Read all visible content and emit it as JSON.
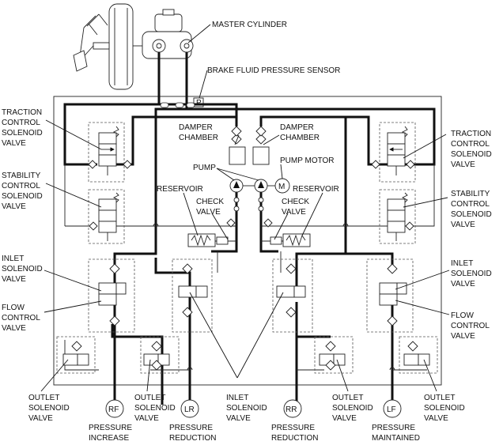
{
  "labels": {
    "master_cylinder": "MASTER CYLINDER",
    "brake_fluid_pressure_sensor": "BRAKE FLUID PRESSURE SENSOR",
    "sensor_symbol": "P",
    "traction_left": [
      "TRACTION",
      "CONTROL",
      "SOLENOID",
      "VALVE"
    ],
    "traction_right": [
      "TRACTION",
      "CONTROL",
      "SOLENOID",
      "VALVE"
    ],
    "stability_left": [
      "STABILITY",
      "CONTROL",
      "SOLENOID",
      "VALVE"
    ],
    "stability_right": [
      "STABILITY",
      "CONTROL",
      "SOLENOID",
      "VALVE"
    ],
    "damper_left": [
      "DAMPER",
      "CHAMBER"
    ],
    "damper_right": [
      "DAMPER",
      "CHAMBER"
    ],
    "pump": "PUMP",
    "pump_motor": "PUMP MOTOR",
    "motor_symbol": "M",
    "reservoir_left": "RESERVOIR",
    "reservoir_right": "RESERVOIR",
    "check_valve_left": [
      "CHECK",
      "VALVE"
    ],
    "check_valve_right": [
      "CHECK",
      "VALVE"
    ],
    "inlet_left": [
      "INLET",
      "SOLENOID",
      "VALVE"
    ],
    "inlet_right": [
      "INLET",
      "SOLENOID",
      "VALVE"
    ],
    "flow_left": [
      "FLOW",
      "CONTROL",
      "VALVE"
    ],
    "flow_right": [
      "FLOW",
      "CONTROL",
      "VALVE"
    ],
    "outlet_1": [
      "OUTLET",
      "SOLENOID",
      "VALVE"
    ],
    "outlet_2": [
      "OUTLET",
      "SOLENOID",
      "VALVE"
    ],
    "inlet_bottom": [
      "INLET",
      "SOLENOID",
      "VALVE"
    ],
    "outlet_3": [
      "OUTLET",
      "SOLENOID",
      "VALVE"
    ],
    "outlet_4": [
      "OUTLET",
      "SOLENOID",
      "VALVE"
    ],
    "wheels": [
      "RF",
      "LR",
      "RR",
      "LF"
    ],
    "state_rf": [
      "PRESSURE",
      "INCREASE"
    ],
    "state_lr": [
      "PRESSURE",
      "REDUCTION"
    ],
    "state_rr": [
      "PRESSURE",
      "REDUCTION"
    ],
    "state_lf": [
      "PRESSURE",
      "MAINTAINED"
    ]
  }
}
